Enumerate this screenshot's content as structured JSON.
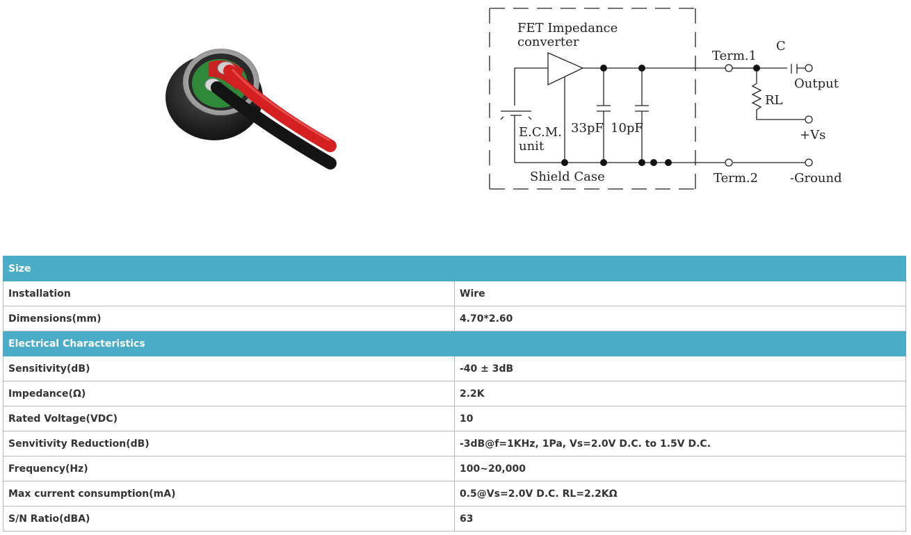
{
  "schematic": {
    "fet_label_line1": "FET Impedance",
    "fet_label_line2": "converter",
    "ecm_label_line1": "E.C.M.",
    "ecm_label_line2": "unit",
    "cap1_label": "33pF",
    "cap2_label": "10pF",
    "shield_label": "Shield Case",
    "term1_label": "Term.1",
    "term2_label": "Term.2",
    "c_label": "C",
    "output_label": "Output",
    "rl_label": "RL",
    "vs_label": "+Vs",
    "ground_label": "-Ground"
  },
  "specs": {
    "size_title": "Size",
    "size_rows": [
      {
        "label": "Installation",
        "value": "Wire"
      },
      {
        "label": "Dimensions(mm)",
        "value": "4.70*2.60"
      }
    ],
    "electrical_title": "Electrical Characteristics",
    "electrical_rows": [
      {
        "label": "Sensitivity(dB)",
        "value": "-40 ± 3dB"
      },
      {
        "label": "Impedance(Ω)",
        "value": "2.2K"
      },
      {
        "label": "Rated Voltage(VDC)",
        "value": "10"
      },
      {
        "label": "Senvitivity Reduction(dB)",
        "value": "-3dB@f=1KHz, 1Pa, Vs=2.0V D.C. to 1.5V D.C."
      },
      {
        "label": "Frequency(Hz)",
        "value": "100~20,000"
      },
      {
        "label": "Max current consumption(mA)",
        "value": "0.5@Vs=2.0V D.C. RL=2.2KΩ"
      },
      {
        "label": "S/N Ratio(dBA)",
        "value": "63"
      }
    ]
  },
  "colors": {
    "section_header_bg": "#4aacc6",
    "wire_red": "#d42020",
    "wire_black": "#1a1a1a",
    "pcb_green": "#2e8a3a"
  }
}
